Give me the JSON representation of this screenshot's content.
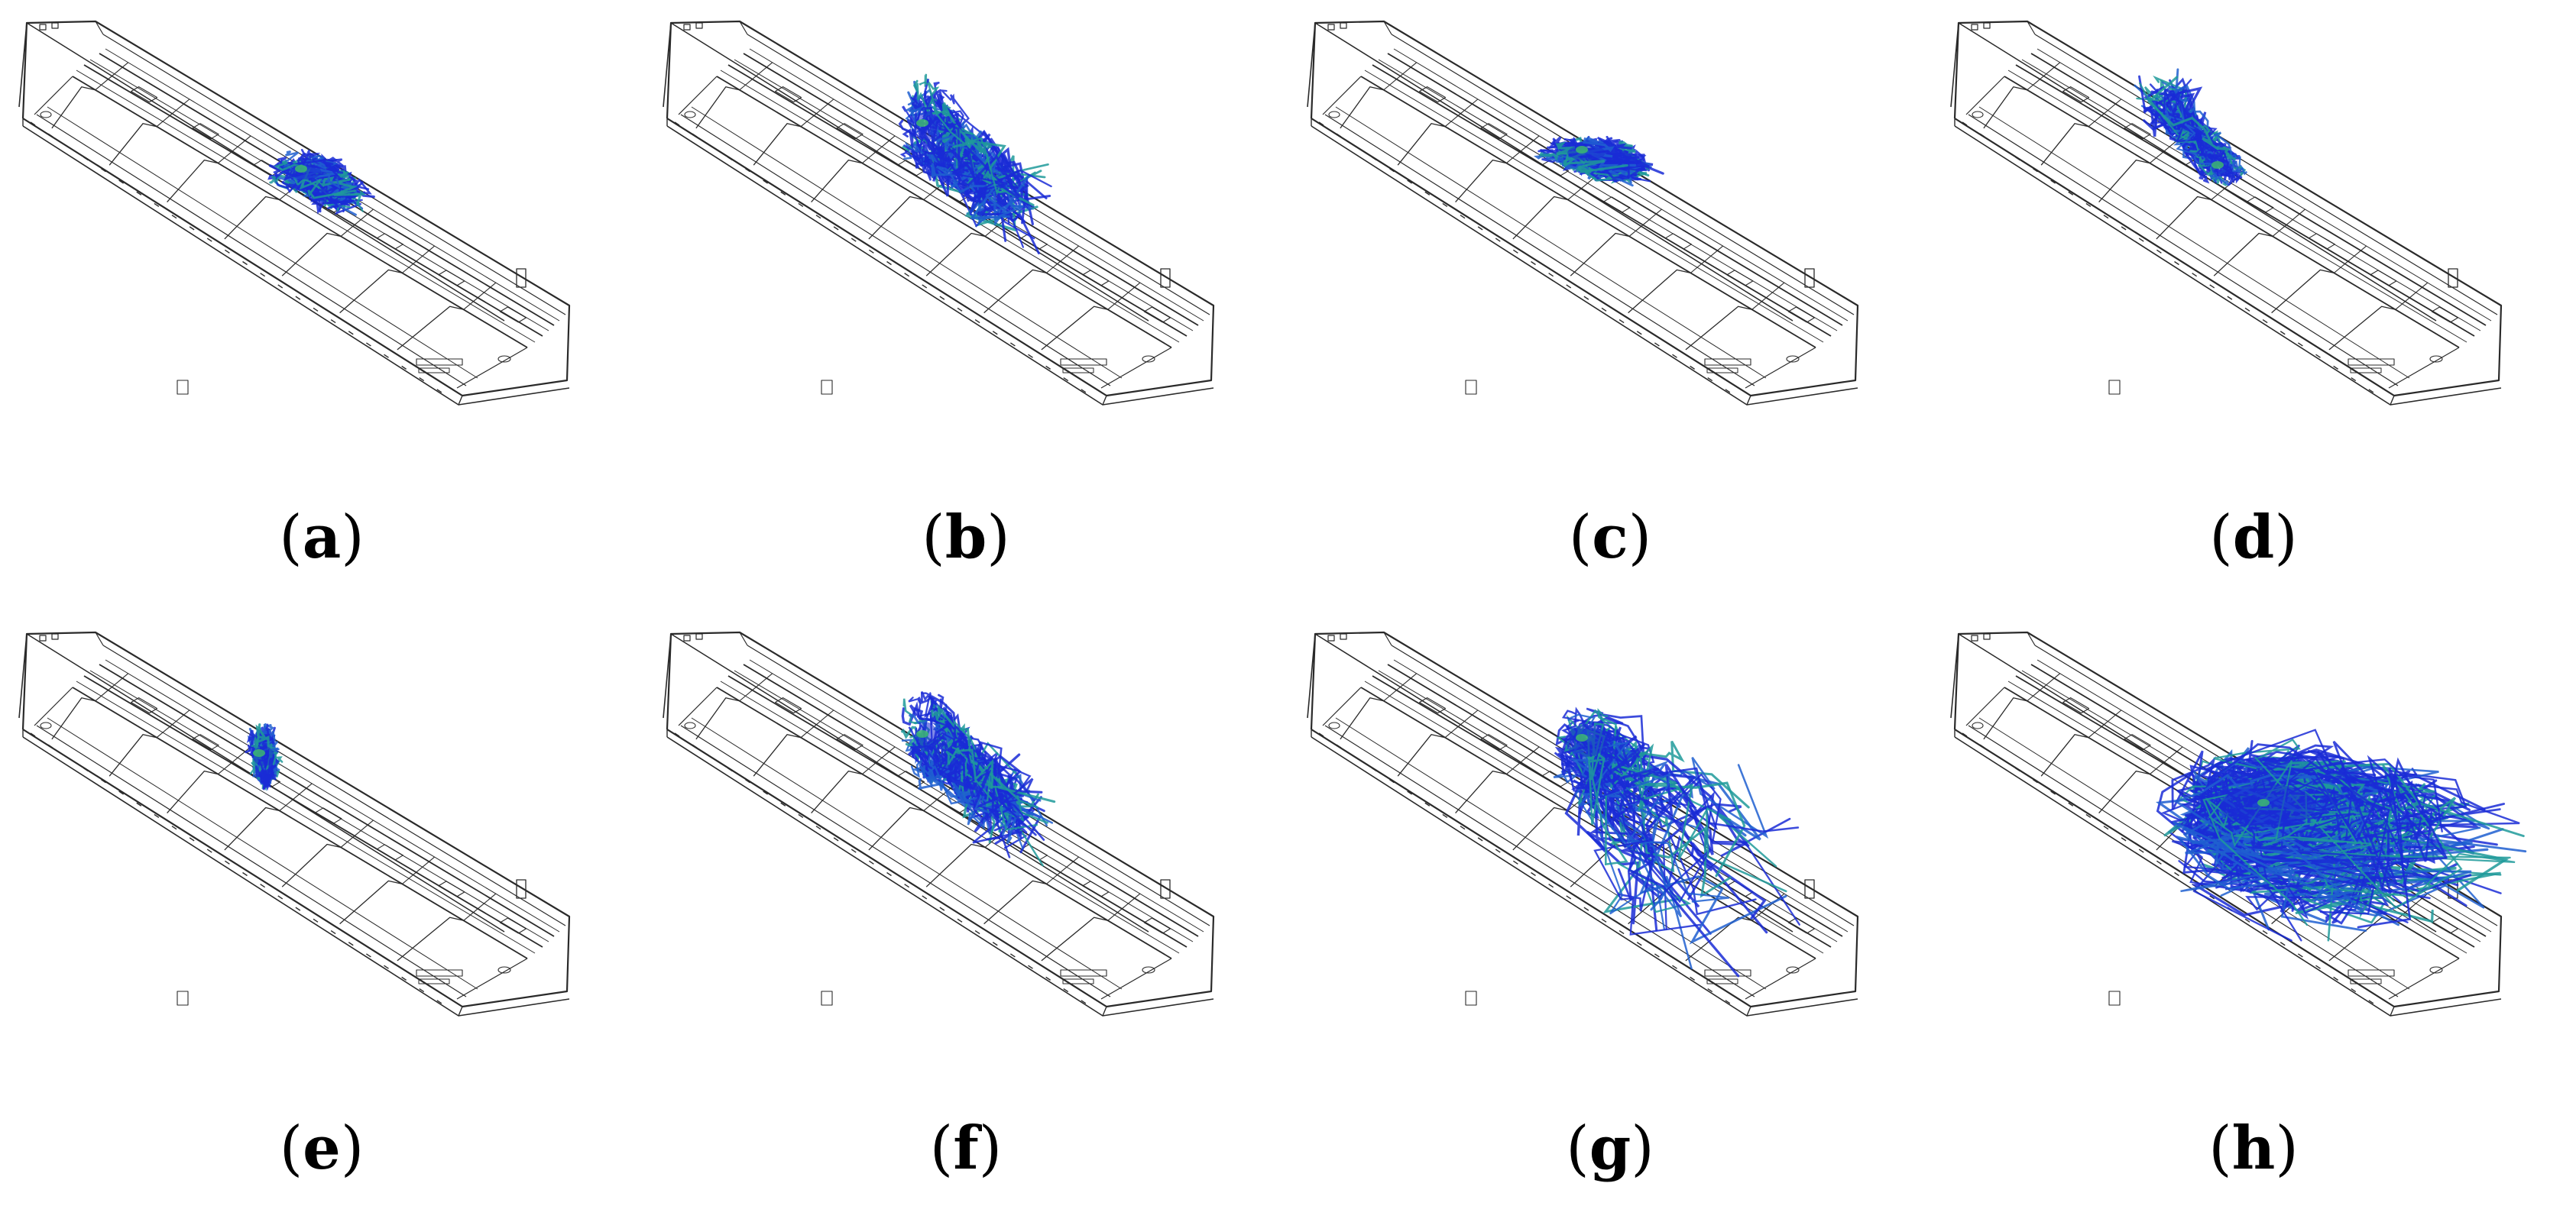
{
  "figure": {
    "panels": [
      {
        "id": "a",
        "label_open": "(",
        "label": "a",
        "label_close": ")",
        "streamline_pattern": "compact-plume-center"
      },
      {
        "id": "b",
        "label_open": "(",
        "label": "b",
        "label_close": ")",
        "streamline_pattern": "elongated-plume-downstream"
      },
      {
        "id": "c",
        "label_open": "(",
        "label": "c",
        "label_close": ")",
        "streamline_pattern": "flattened-plume-center"
      },
      {
        "id": "d",
        "label_open": "(",
        "label": "d",
        "label_close": ")",
        "streamline_pattern": "plume-toward-upper-wall"
      },
      {
        "id": "e",
        "label_open": "(",
        "label": "e",
        "label_close": ")",
        "streamline_pattern": "small-vertical-plume"
      },
      {
        "id": "f",
        "label_open": "(",
        "label": "f",
        "label_close": ")",
        "streamline_pattern": "elongated-plume-downstream"
      },
      {
        "id": "g",
        "label_open": "(",
        "label": "g",
        "label_close": ")",
        "streamline_pattern": "looping-dispersed-plume"
      },
      {
        "id": "h",
        "label_open": "(",
        "label": "h",
        "label_close": ")",
        "streamline_pattern": "large-swirling-plume"
      }
    ],
    "colors": {
      "model_outline": "#2a2a2a",
      "streamline_dark": "#1a2bd6",
      "streamline_mid": "#1f5fd0",
      "streamline_teal": "#1f9a9a",
      "streamline_green": "#3fbf6a"
    }
  }
}
